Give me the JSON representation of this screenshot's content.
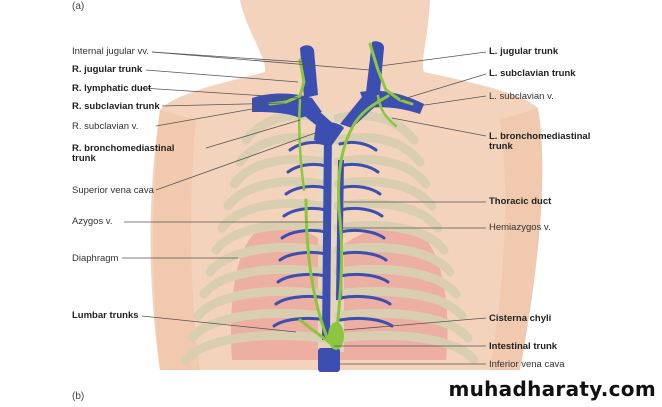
{
  "panel_top": "(a)",
  "panel_bottom": "(b)",
  "watermark": "muhadharaty.com",
  "colors": {
    "skin": "#f4d3bd",
    "rib": "#d9cfb0",
    "vein": "#3c4fb0",
    "lymph": "#8cc63f",
    "diaphragm": "#e9a39a"
  },
  "labels_left": [
    {
      "id": "internal-jugular",
      "text": "Internal jugular vv.",
      "bold": false
    },
    {
      "id": "r-jugular-trunk",
      "text": "R. jugular trunk",
      "bold": true
    },
    {
      "id": "r-lymphatic-duct",
      "text": "R. lymphatic duct",
      "bold": true
    },
    {
      "id": "r-subclavian-trunk",
      "text": "R. subclavian trunk",
      "bold": true
    },
    {
      "id": "r-subclavian-v",
      "text": "R. subclavian v.",
      "bold": false
    },
    {
      "id": "r-bronchomediastinal-1",
      "text": "R. bronchomediastinal",
      "bold": true
    },
    {
      "id": "r-bronchomediastinal-2",
      "text": "trunk",
      "bold": true
    },
    {
      "id": "superior-vena-cava",
      "text": "Superior vena cava",
      "bold": false
    },
    {
      "id": "azygos",
      "text": "Azygos v.",
      "bold": false
    },
    {
      "id": "diaphragm",
      "text": "Diaphragm",
      "bold": false
    },
    {
      "id": "lumbar-trunks",
      "text": "Lumbar trunks",
      "bold": true
    }
  ],
  "labels_right": [
    {
      "id": "l-jugular-trunk",
      "text": "L. jugular trunk",
      "bold": true
    },
    {
      "id": "l-subclavian-trunk",
      "text": "L. subclavian trunk",
      "bold": true
    },
    {
      "id": "l-subclavian-v",
      "text": "L. subclavian v.",
      "bold": false
    },
    {
      "id": "l-bronchomediastinal-1",
      "text": "L. bronchomediastinal",
      "bold": true
    },
    {
      "id": "l-bronchomediastinal-2",
      "text": "trunk",
      "bold": true
    },
    {
      "id": "thoracic-duct",
      "text": "Thoracic duct",
      "bold": true
    },
    {
      "id": "hemiazygos",
      "text": "Hemiazygos v.",
      "bold": false
    },
    {
      "id": "cisterna-chyli",
      "text": "Cisterna chyli",
      "bold": true
    },
    {
      "id": "intestinal-trunk",
      "text": "Intestinal trunk",
      "bold": true
    },
    {
      "id": "inferior-vena-cava",
      "text": "Inferior vena cava",
      "bold": false
    }
  ]
}
